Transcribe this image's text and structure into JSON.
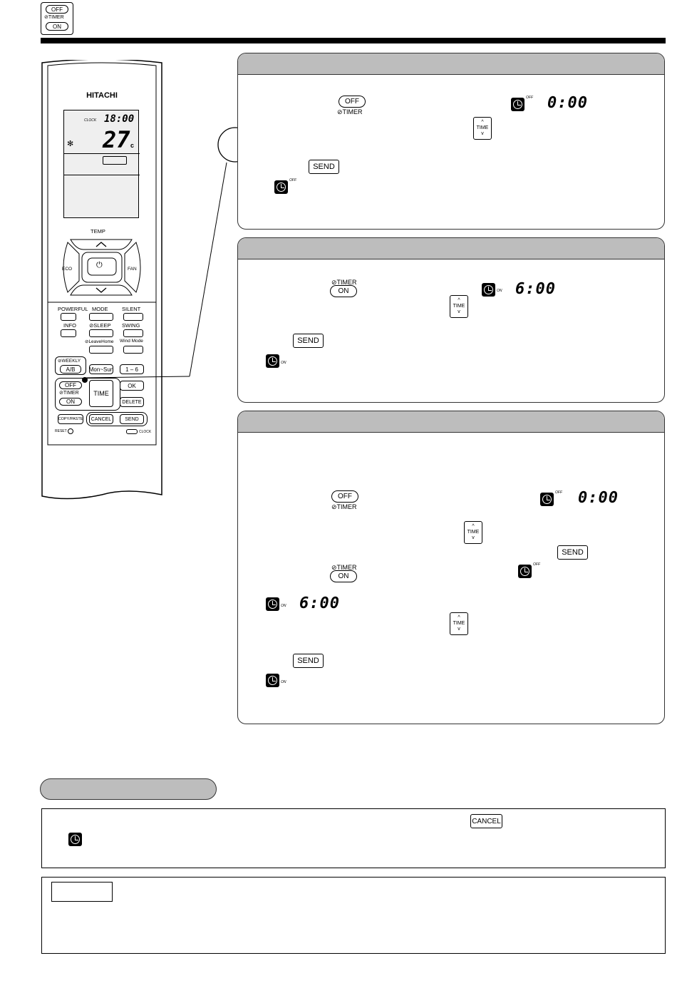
{
  "corner_icon": {
    "off": "OFF",
    "timer": "⊘TIMER",
    "on": "ON"
  },
  "remote": {
    "brand": "HITACHI",
    "clock_label": "CLOCK",
    "clock_time": "18:00",
    "temp": "27",
    "unit": "c",
    "temp_label": "TEMP",
    "eco": "ECO",
    "fan": "FAN",
    "power_symbol": "⏻",
    "row1": [
      "POWERFUL",
      "MODE",
      "SILENT"
    ],
    "row2": [
      "INFO",
      "⊘SLEEP",
      "SWING"
    ],
    "row3": [
      "⊘LeaveHome",
      "Wind Mode"
    ],
    "weekly": "⊘WEEKLY",
    "ab": "A/B",
    "mon_sun": "Mon~Sun",
    "one_six": "1 – 6",
    "off": "OFF",
    "timer": "⊘TIMER",
    "on": "ON",
    "time": "TIME",
    "ok": "OK",
    "delete": "DELETE",
    "copy": "COPY/PASTE",
    "cancel": "CANCEL",
    "send": "SEND",
    "reset": "RESET",
    "clock": "CLOCK"
  },
  "panel1": {
    "off": "OFF",
    "timer": "⊘TIMER",
    "tag": "OFF",
    "time": "0:00",
    "time_btn": "TIME",
    "send": "SEND",
    "tag2": "OFF"
  },
  "panel2": {
    "timer": "⊘TIMER",
    "on": "ON",
    "tag": "ON",
    "time": "6:00",
    "time_btn": "TIME",
    "send": "SEND",
    "tag2": "ON"
  },
  "panel3": {
    "off": "OFF",
    "timer": "⊘TIMER",
    "tag": "OFF",
    "time": "0:00",
    "time_btn": "TIME",
    "send": "SEND",
    "timer2": "⊘TIMER",
    "on": "ON",
    "tag_off": "OFF",
    "tag_on": "ON",
    "time2": "6:00",
    "time_btn2": "TIME",
    "send2": "SEND",
    "tag_on2": "ON"
  },
  "cancel_box": {
    "cancel": "CANCEL"
  },
  "note_box": {
    "label": ""
  }
}
